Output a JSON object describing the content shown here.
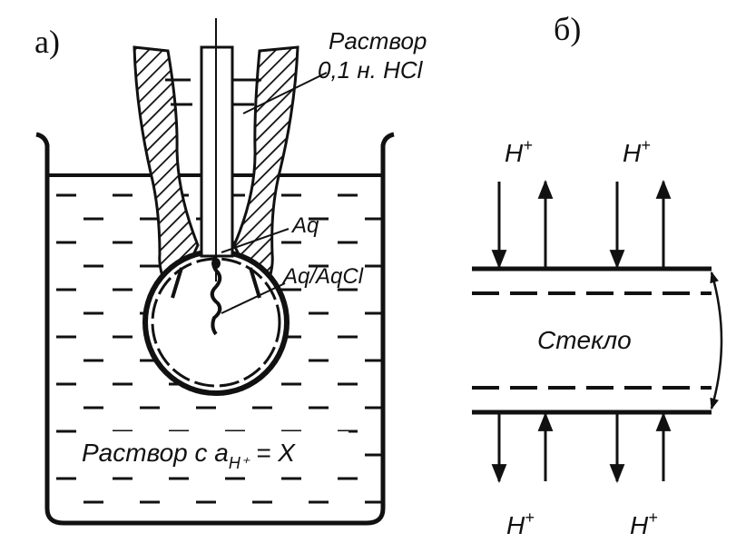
{
  "panel_a": {
    "label": "а)",
    "inner_solution_line1": "Раствор",
    "inner_solution_line2": "0,1 н. HCl",
    "wire_label": "Aq",
    "electrode_label": "Aq/AqCl",
    "outer_solution_prefix": "Раствор с a",
    "outer_solution_sub": "H⁺",
    "outer_solution_suffix": " = X"
  },
  "panel_b": {
    "label": "б)",
    "glass_label": "Стекло",
    "ion_base": "H",
    "ion_charge": "+"
  },
  "colors": {
    "ink": "#111111",
    "background": "#ffffff"
  }
}
